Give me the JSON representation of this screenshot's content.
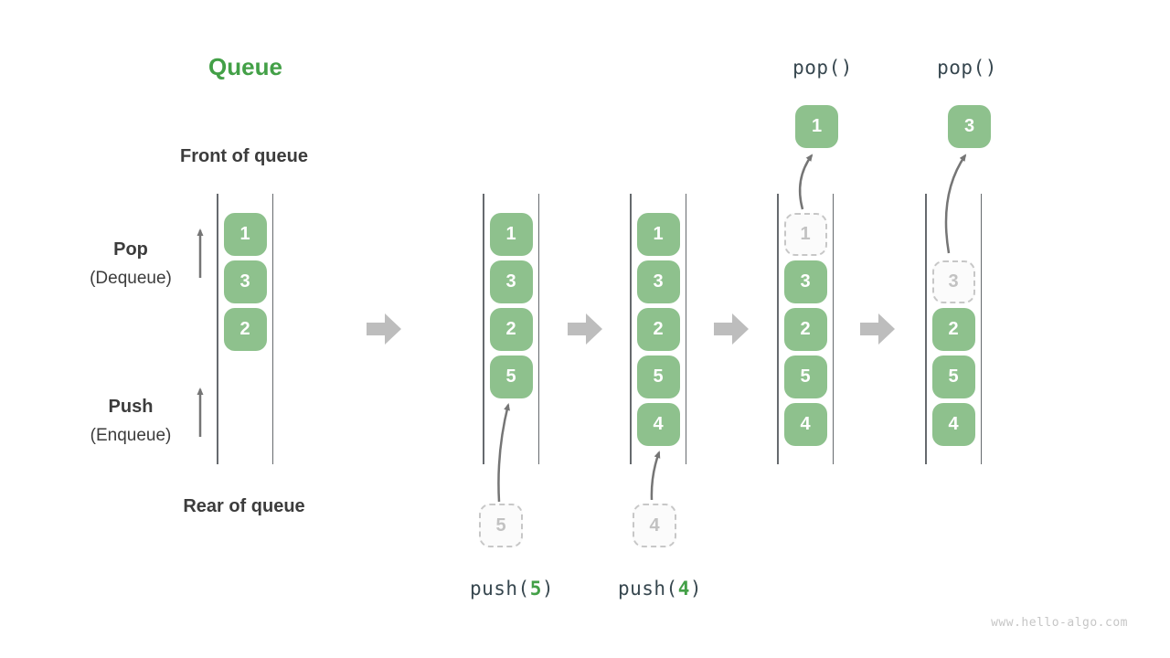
{
  "title": "Queue",
  "labels": {
    "front": "Front of queue",
    "rear": "Rear of queue",
    "pop": "Pop",
    "pop_sub": "(Dequeue)",
    "push": "Push",
    "push_sub": "(Enqueue)"
  },
  "queues": [
    {
      "name": "state-initial",
      "cells": [
        "1",
        "3",
        "2"
      ]
    },
    {
      "name": "state-after-push-5",
      "cells": [
        "1",
        "3",
        "2",
        "5"
      ],
      "incoming": "5"
    },
    {
      "name": "state-after-push-4",
      "cells": [
        "1",
        "3",
        "2",
        "5",
        "4"
      ],
      "incoming": "4"
    },
    {
      "name": "state-after-pop-1",
      "removed": "1",
      "cells": [
        "3",
        "2",
        "5",
        "4"
      ],
      "popped": "1"
    },
    {
      "name": "state-after-pop-3",
      "removed": "3",
      "cells": [
        "2",
        "5",
        "4"
      ],
      "popped": "3"
    }
  ],
  "ops": {
    "pop_label": "pop()",
    "push_open": "push(",
    "push_close": ")",
    "push_args": [
      "5",
      "4"
    ]
  },
  "colors": {
    "box_green": "#8EC18D",
    "accent_green": "#43A047",
    "text_dark": "#3C3C3C",
    "wall_gray": "#666A6E",
    "thin_arrow_gray": "#757575",
    "block_arrow_gray": "#BDBDBD",
    "dashed_border_gray": "#C7C7C7"
  },
  "watermark": "www.hello-algo.com"
}
